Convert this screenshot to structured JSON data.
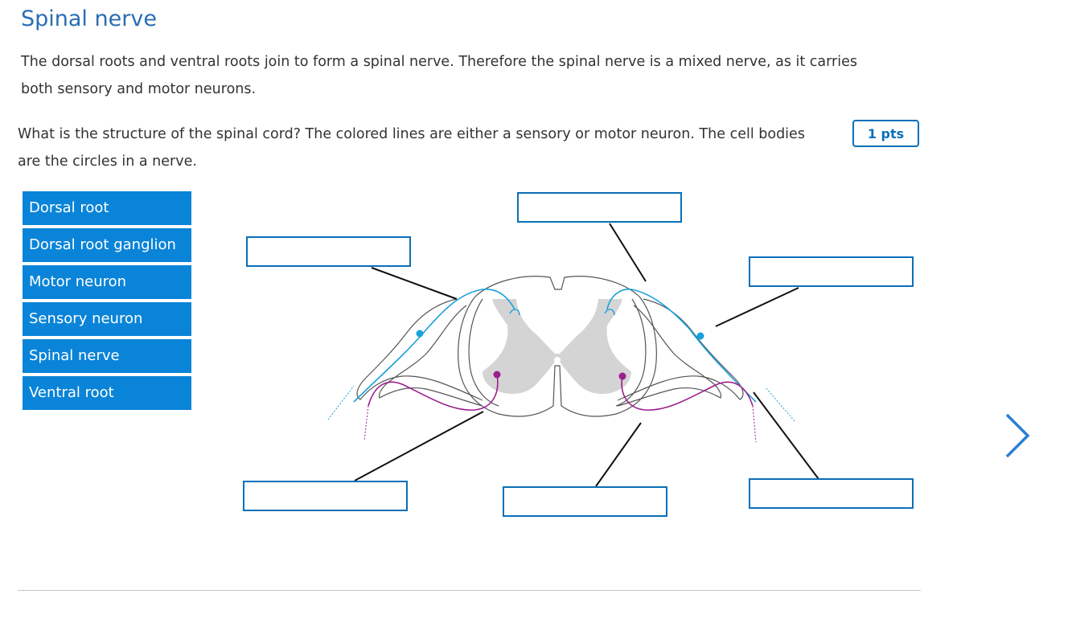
{
  "header": {
    "title": "Spinal nerve"
  },
  "intro": {
    "text": "The dorsal roots and ventral roots join to form a spinal nerve. Therefore the spinal nerve is a mixed nerve, as it carries both sensory and motor neurons."
  },
  "question": {
    "text": "What is the structure of the spinal cord? The colored lines are either a sensory or motor neuron. The cell bodies are the circles in a nerve.",
    "points": "1 pts"
  },
  "answer_bank": {
    "items": [
      {
        "label": "Dorsal root"
      },
      {
        "label": "Dorsal root ganglion"
      },
      {
        "label": "Motor neuron"
      },
      {
        "label": "Sensory neuron"
      },
      {
        "label": "Spinal nerve"
      },
      {
        "label": "Ventral root"
      }
    ]
  },
  "drop_targets": {
    "top_center": "",
    "top_left": "",
    "top_right": "",
    "bottom_left": "",
    "bottom_center": "",
    "bottom_right": ""
  },
  "colors": {
    "accent": "#0a84d8",
    "title": "#2a6db3",
    "sensory_neuron": "#1aa0dc",
    "motor_neuron": "#9b1e8c",
    "gray_matter": "#d4d4d4"
  },
  "icons": {
    "next": "chevron-right-icon"
  }
}
